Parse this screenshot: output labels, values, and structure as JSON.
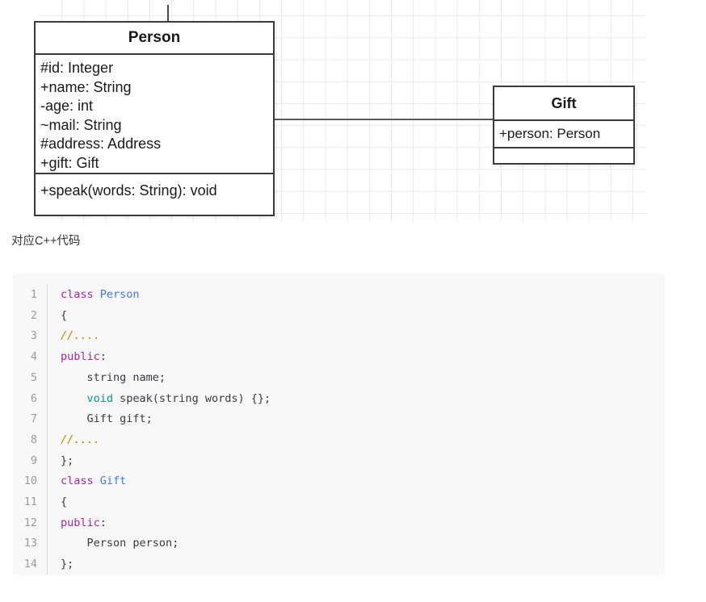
{
  "diagram": {
    "classes": [
      {
        "name": "person-class",
        "title": "Person",
        "attributes": [
          "#id: Integer",
          "+name: String",
          "-age: int",
          "~mail: String",
          "#address: Address",
          "+gift: Gift"
        ],
        "methods": [
          "+speak(words: String): void"
        ]
      },
      {
        "name": "gift-class",
        "title": "Gift",
        "attributes": [
          "+person: Person"
        ],
        "methods": []
      }
    ],
    "relationship": "association"
  },
  "caption": {
    "text": "对应C++代码"
  },
  "code": {
    "language": "cpp",
    "lines": [
      {
        "number": "1",
        "tokens": [
          {
            "text": "class ",
            "type": "keyword"
          },
          {
            "text": "Person",
            "type": "type"
          }
        ]
      },
      {
        "number": "2",
        "tokens": [
          {
            "text": "{",
            "type": "plain"
          }
        ]
      },
      {
        "number": "3",
        "tokens": [
          {
            "text": "//....",
            "type": "comment"
          }
        ]
      },
      {
        "number": "4",
        "tokens": [
          {
            "text": "public",
            "type": "keyword"
          },
          {
            "text": ":",
            "type": "plain"
          }
        ]
      },
      {
        "number": "5",
        "tokens": [
          {
            "text": "    string name;",
            "type": "plain"
          }
        ]
      },
      {
        "number": "6",
        "tokens": [
          {
            "text": "    ",
            "type": "plain"
          },
          {
            "text": "void",
            "type": "builtin"
          },
          {
            "text": " speak(string words) {};",
            "type": "plain"
          }
        ]
      },
      {
        "number": "7",
        "tokens": [
          {
            "text": "    Gift gift;",
            "type": "plain"
          }
        ]
      },
      {
        "number": "8",
        "tokens": [
          {
            "text": "//....",
            "type": "comment"
          }
        ]
      },
      {
        "number": "9",
        "tokens": [
          {
            "text": "};",
            "type": "plain"
          }
        ]
      },
      {
        "number": "10",
        "tokens": [
          {
            "text": "class ",
            "type": "keyword"
          },
          {
            "text": "Gift",
            "type": "type"
          }
        ]
      },
      {
        "number": "11",
        "tokens": [
          {
            "text": "{",
            "type": "plain"
          }
        ]
      },
      {
        "number": "12",
        "tokens": [
          {
            "text": "public",
            "type": "keyword"
          },
          {
            "text": ":",
            "type": "plain"
          }
        ]
      },
      {
        "number": "13",
        "tokens": [
          {
            "text": "    Person person;",
            "type": "plain"
          }
        ]
      },
      {
        "number": "14",
        "tokens": [
          {
            "text": "};",
            "type": "plain"
          }
        ]
      }
    ]
  },
  "colors": {
    "keyword": "#a626a4",
    "type": "#4078f2",
    "builtin": "#0b9488",
    "comment": "#c18401",
    "plain": "#383a42",
    "code_background": "#f8f8f8",
    "grid_line": "#e9e9e9",
    "box_border": "#3b3b3b"
  }
}
